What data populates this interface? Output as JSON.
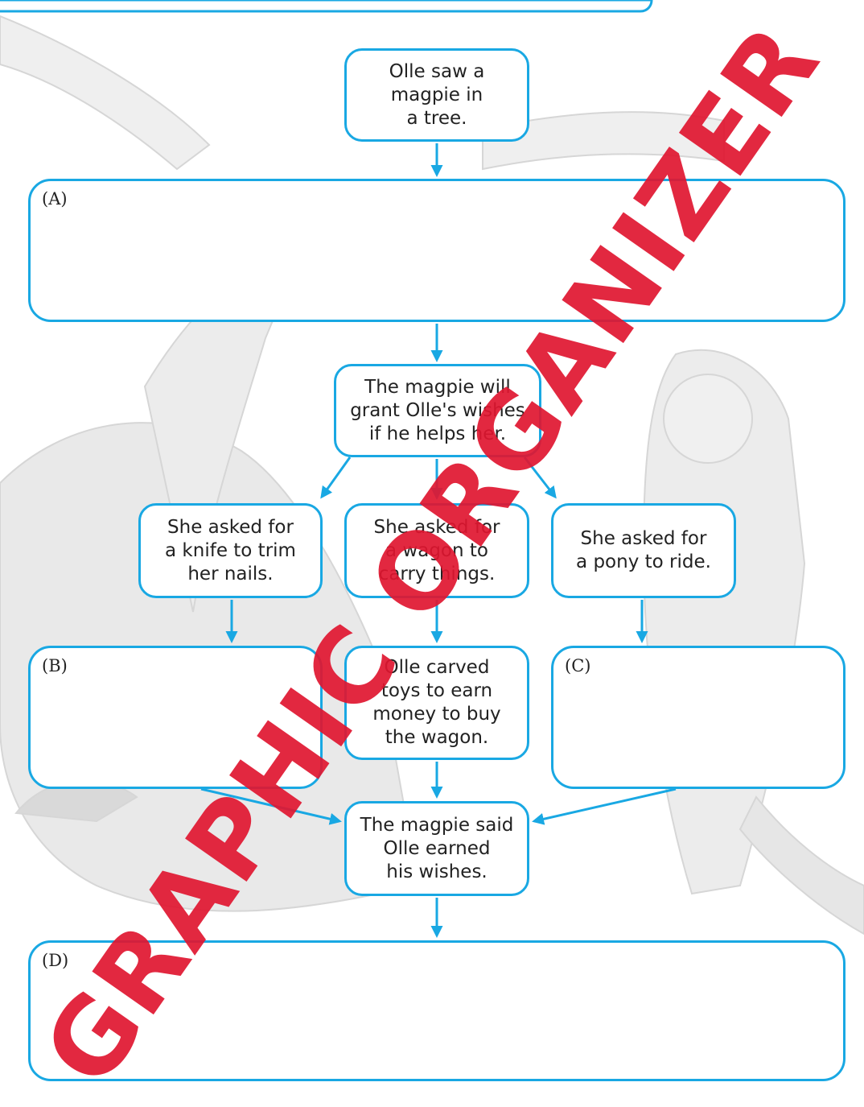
{
  "colors": {
    "box_border": "#19a8e3",
    "arrow": "#19a8e3",
    "watermark": "#e01630"
  },
  "nodes": {
    "olle_saw": "Olle saw a\nmagpie in\na tree.",
    "a_label": "(A)",
    "grant": "The magpie will\ngrant Olle's wishes\nif he helps her.",
    "knife": "She asked for\na knife to trim\nher nails.",
    "wagon": "She asked for\na wagon to\ncarry things.",
    "pony": "She asked for\na pony to ride.",
    "b_label": "(B)",
    "carved": "Olle carved\ntoys to earn\nmoney to buy\nthe wagon.",
    "c_label": "(C)",
    "earned": "The magpie said\nOlle earned\nhis wishes.",
    "d_label": "(D)"
  },
  "watermark": "GRAPHIC ORGANIZER"
}
